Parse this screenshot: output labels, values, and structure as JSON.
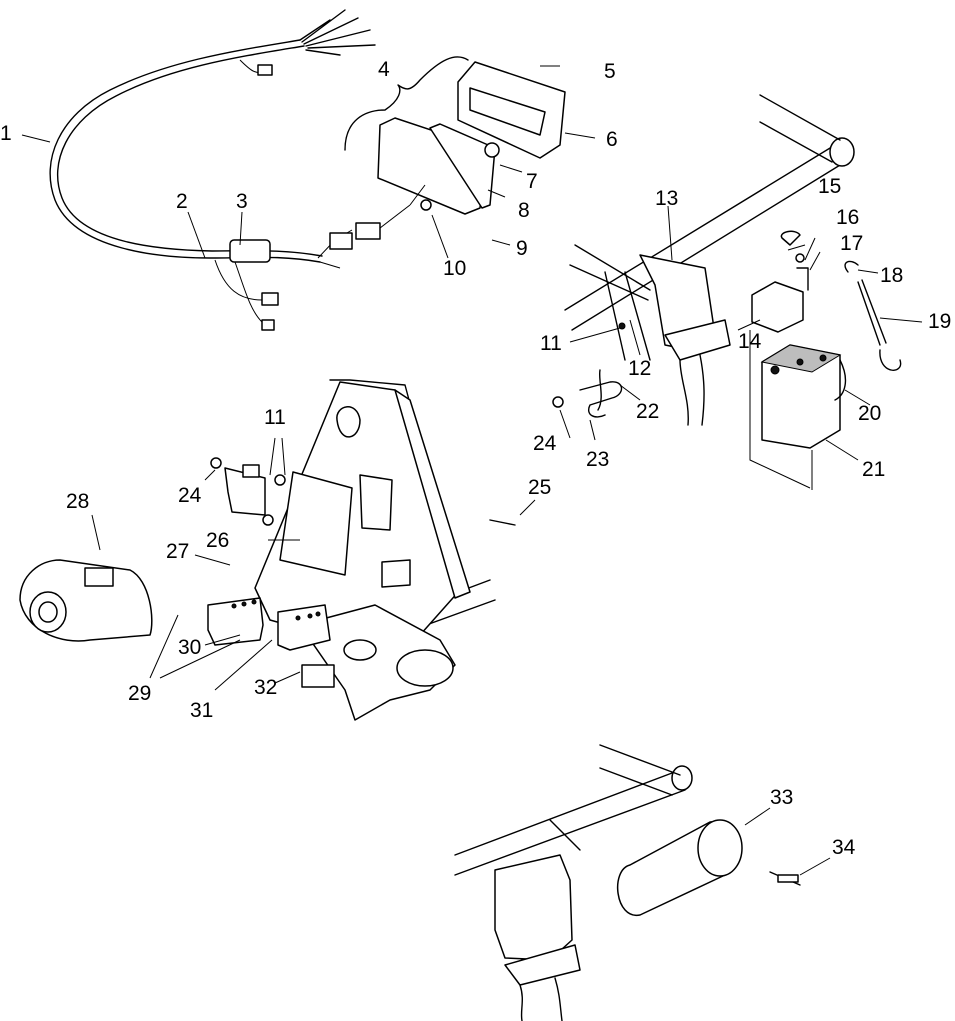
{
  "callouts": [
    "1",
    "2",
    "3",
    "4",
    "5",
    "6",
    "7",
    "8",
    "9",
    "10",
    "11",
    "12",
    "13",
    "14",
    "15",
    "16",
    "17",
    "18",
    "19",
    "20",
    "21",
    "22",
    "23",
    "24",
    "25",
    "26",
    "27",
    "28",
    "29",
    "30",
    "31",
    "32",
    "33",
    "34"
  ],
  "callouts_repeat": {
    "eleven_b": "11",
    "twentyfour_b": "24"
  }
}
